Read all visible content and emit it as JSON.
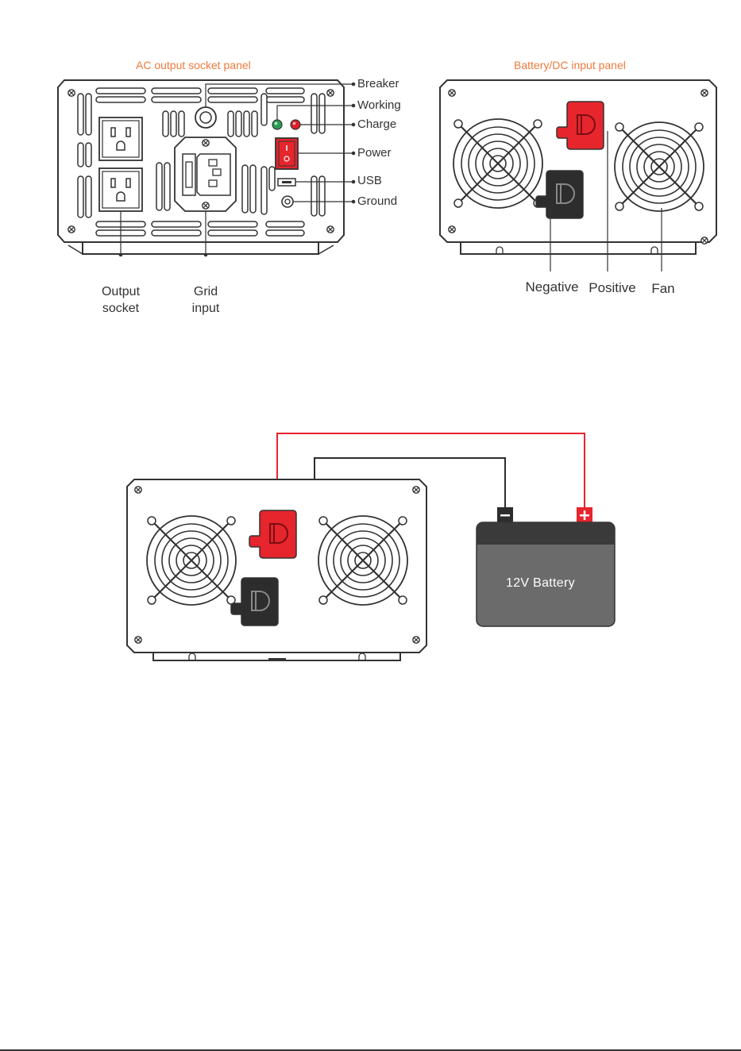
{
  "ac_panel": {
    "title": "AC output socket panel",
    "callouts": {
      "breaker": "Breaker",
      "working": "Working",
      "charge": "Charge",
      "power": "Power",
      "usb": "USB",
      "ground": "Ground"
    },
    "bottom_labels": {
      "output_socket_line1": "Output",
      "output_socket_line2": "socket",
      "grid_input_line1": "Grid",
      "grid_input_line2": "input"
    }
  },
  "dc_panel": {
    "title": "Battery/DC input panel",
    "bottom_labels": {
      "negative": "Negative",
      "positive": "Positive",
      "fan": "Fan"
    }
  },
  "wiring": {
    "battery_label": "12V Battery"
  },
  "colors": {
    "accent": "#ee7a3c",
    "red_terminal": "#e6252d",
    "black_terminal": "#2d2d2d",
    "battery_body": "#6b6b6b",
    "battery_top": "#3a3a3a",
    "line": "#333333",
    "working_led": "#2a9c53",
    "charge_led": "#d92128"
  }
}
